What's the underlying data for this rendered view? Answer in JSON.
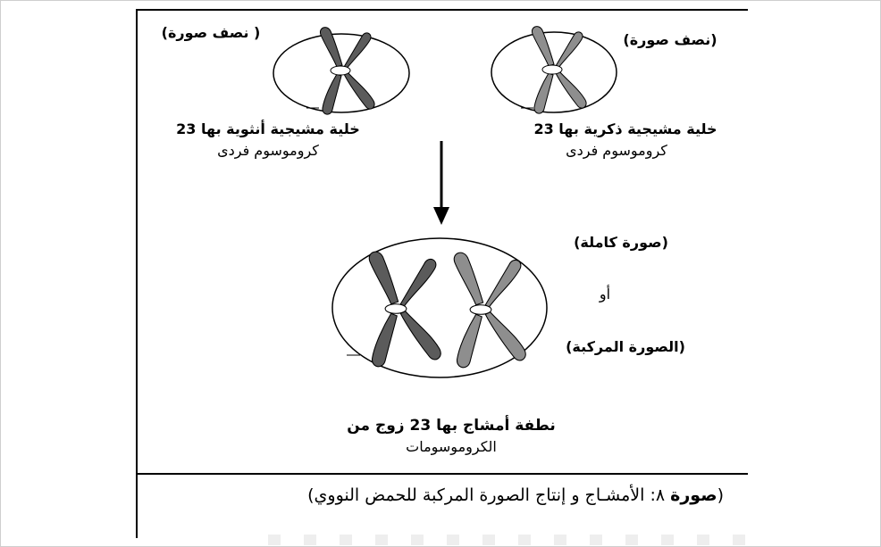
{
  "labels": {
    "half_image_left": "( نصف صورة)",
    "half_image_right": "(نصف صورة)",
    "female_gamete_line1": "خلية مشيجية أنثوية بها 23",
    "female_gamete_line2": "كروموسوم فردى",
    "male_gamete_line1": "خلية مشيجية ذكرية بها 23",
    "male_gamete_line2": "كروموسوم فردى",
    "complete_image": "(صورة كاملة)",
    "or": "أو",
    "composite_image": "(الصورة المركبة)",
    "zygote_line1": "نطفة أمشاج بها 23 زوج من",
    "zygote_line2": "الكروموسومات"
  },
  "caption": {
    "label": "صورة",
    "number": "٨",
    "text": "الأمشـاج و إنتاج الصورة المركبة للحمض النووي"
  },
  "colors": {
    "female_chromosome": "#5b5b5b",
    "male_chromosome": "#8e8e8e",
    "centromere": "#ffffff",
    "outline": "#000000"
  }
}
